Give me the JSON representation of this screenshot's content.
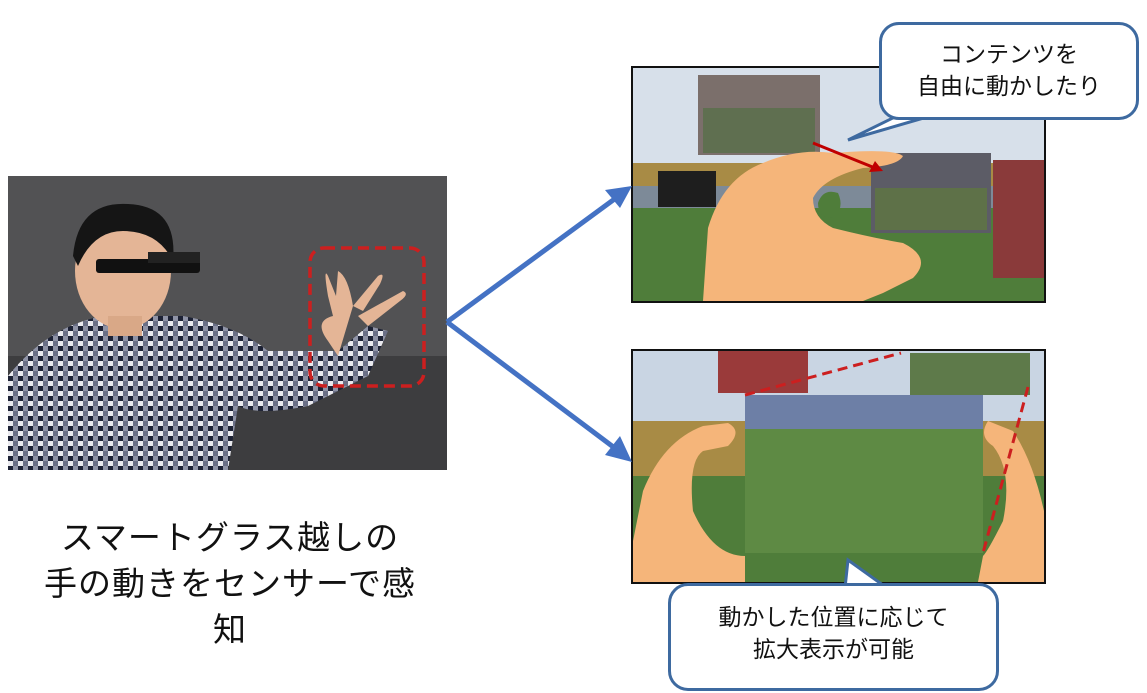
{
  "caption": {
    "line1": "スマートグラス越しの",
    "line2": "手の動きをセンサーで感知"
  },
  "callout_top": {
    "line1": "コンテンツを",
    "line2": "自由に動かしたり"
  },
  "callout_bottom": {
    "line1": "動かした位置に応じて",
    "line2": "拡大表示が可能"
  },
  "colors": {
    "arrow": "#4472c4",
    "dashed_box": "#cc1f1f",
    "hand": "#f5b57a",
    "callout_border": "#3e6aa0"
  }
}
